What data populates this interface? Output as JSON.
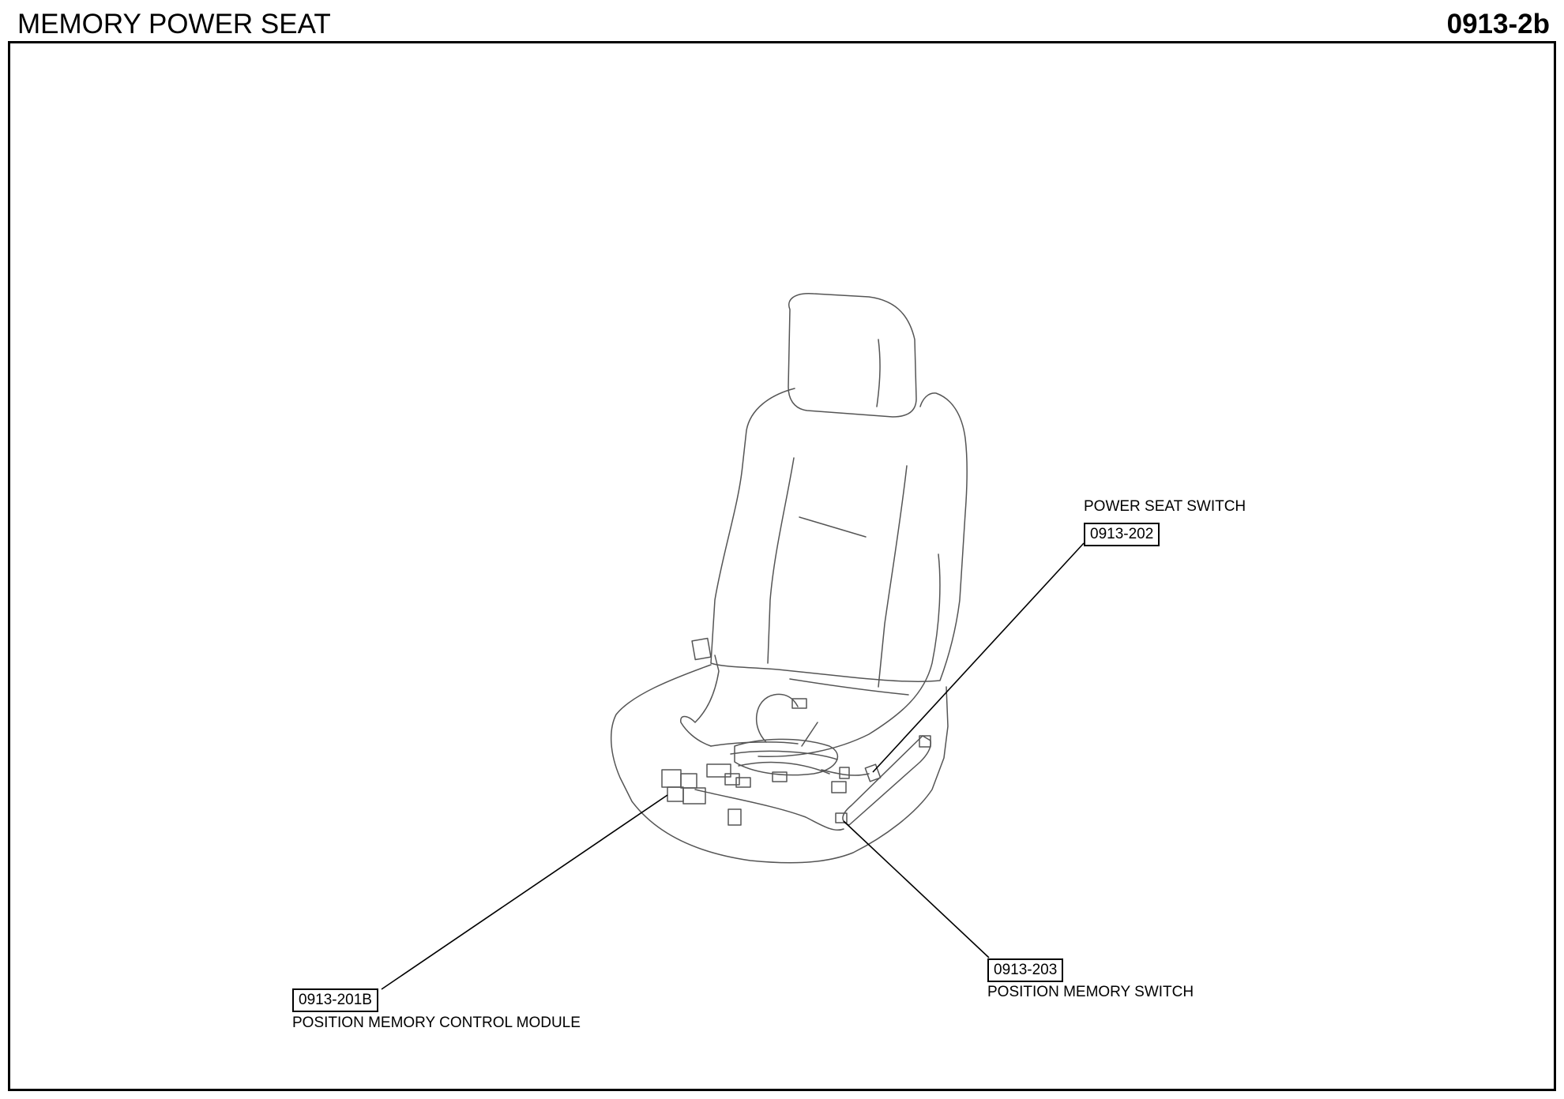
{
  "header": {
    "title": "MEMORY POWER SEAT",
    "code": "0913-2b"
  },
  "callouts": {
    "power_seat_switch": {
      "label": "POWER SEAT SWITCH",
      "ref": "0913-202"
    },
    "position_memory_switch": {
      "label": "POSITION MEMORY SWITCH",
      "ref": "0913-203"
    },
    "position_memory_control_module": {
      "label": "POSITION MEMORY CONTROL MODULE",
      "ref": "0913-201B"
    }
  }
}
